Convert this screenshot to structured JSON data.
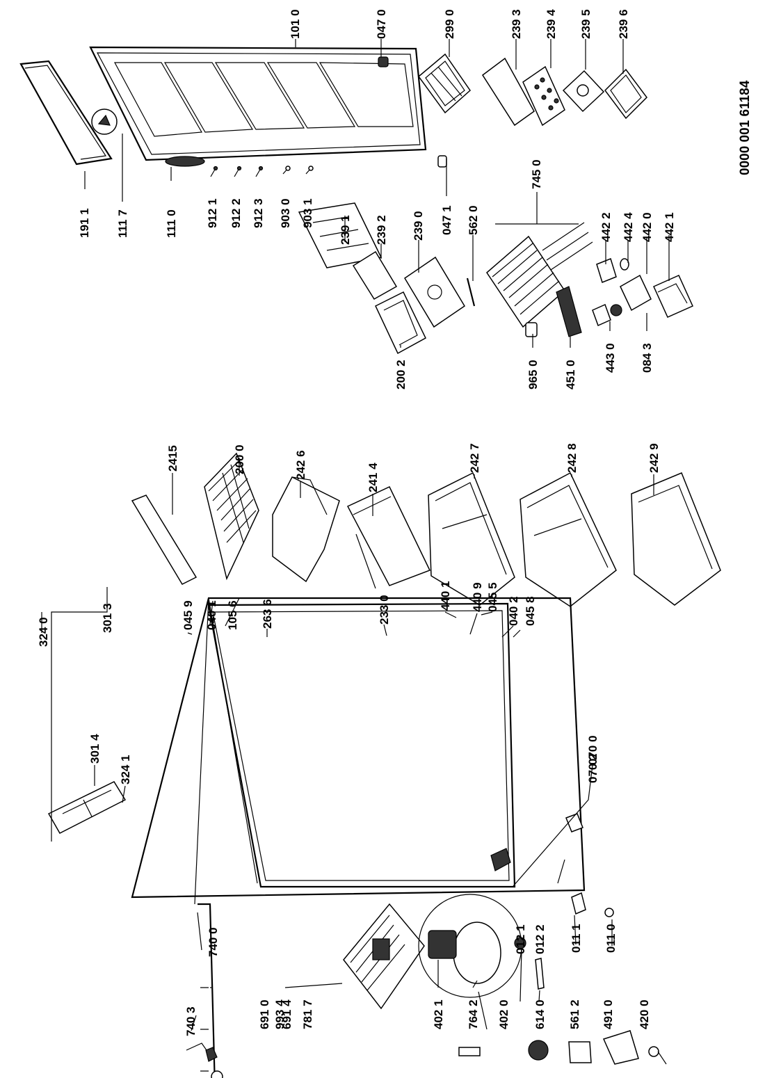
{
  "document_code": "0000 001 61184",
  "labels": {
    "l_1911": "191 1",
    "l_1117": "111 7",
    "l_1110": "111 0",
    "l_9121": "912 1",
    "l_9122": "912 2",
    "l_9123": "912 3",
    "l_9030": "903 0",
    "l_9031": "903 1",
    "l_2391": "239 1",
    "l_2392": "239 2",
    "l_2390": "239 0",
    "l_0471": "047 1",
    "l_5620": "562 0",
    "l_7450": "745 0",
    "l_4422": "442 2",
    "l_4424": "442 4",
    "l_4420": "442 0",
    "l_4421": "442 1",
    "l_2002": "200 2",
    "l_9650": "965 0",
    "l_4510": "451 0",
    "l_4430": "443 0",
    "l_0843": "084 3",
    "l_1010": "101 0",
    "l_0470": "047 0",
    "l_2990": "299 0",
    "l_2393": "239 3",
    "l_2394": "239 4",
    "l_2395": "239 5",
    "l_2396": "239 6",
    "l_2415": "2415",
    "l_2000": "200 0",
    "l_2426": "242 6",
    "l_2414": "241 4",
    "l_2427": "242 7",
    "l_2428": "242 8",
    "l_2429": "242 9",
    "l_3240": "324 0",
    "l_3013": "301 3",
    "l_3014": "301 4",
    "l_3241": "324 1",
    "l_0459": "045 9",
    "l_0401": "040 1",
    "l_1056": "105 6",
    "l_2636": "263 6",
    "l_2330": "233 0",
    "l_4401": "440 1",
    "l_4409": "440 9",
    "l_0455": "045 5",
    "l_0402": "040 2",
    "l_0458": "045 8",
    "l_0700": "070 0",
    "l_0702": "070 2",
    "l_7403": "740 3",
    "l_7400": "740 0",
    "l_6910": "691 0",
    "l_6914": "691 4",
    "l_7817": "781 7",
    "l_9934": "993 4",
    "l_4021": "402 1",
    "l_7642": "764 2",
    "l_4020": "402 0",
    "l_6140": "614 0",
    "l_5612": "561 2",
    "l_4910": "491 0",
    "l_4200": "420 0",
    "l_0121": "012 1",
    "l_0122": "012 2",
    "l_0111": "011 1",
    "l_0110": "011 0"
  }
}
